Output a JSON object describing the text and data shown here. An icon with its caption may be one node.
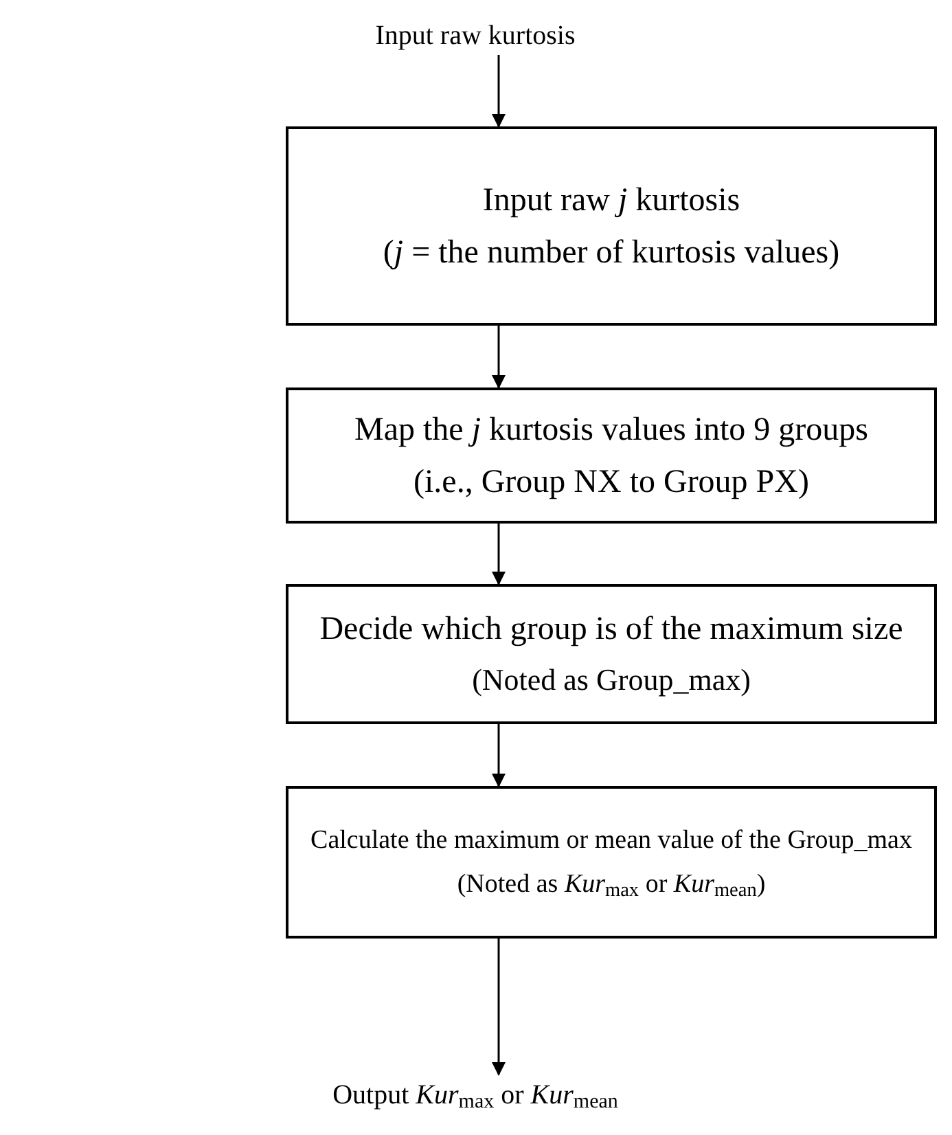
{
  "diagram": {
    "nodes": [
      {
        "text": [
          "Input raw kurtosis"
        ]
      },
      {
        "text": [
          "Input raw *j* kurtosis",
          "(*j* = the number of kurtosis values)"
        ]
      },
      {
        "text": [
          "Map the *j* kurtosis values into 9 groups",
          "(i.e., Group NX to Group PX)"
        ]
      },
      {
        "text": [
          "Decide which group is of the maximum size",
          "(Noted as Group_max)"
        ]
      },
      {
        "text": [
          "Calculate the maximum or mean value of the Group_max",
          "(Noted as *Kur*$_{max}$ or *Kur*$_{mean}$)"
        ]
      },
      {
        "text": [
          "Output *Kur*$_{max}$ or *Kur*$_{mean}$"
        ]
      }
    ],
    "edges": [
      {
        "from": 0,
        "to": 1,
        "arrow": "to"
      },
      {
        "from": 1,
        "to": 2,
        "arrow": "to"
      },
      {
        "from": 2,
        "to": 3,
        "arrow": "to"
      },
      {
        "from": 3,
        "to": 4,
        "arrow": "to"
      },
      {
        "from": 4,
        "to": 5,
        "arrow": "to"
      }
    ]
  }
}
